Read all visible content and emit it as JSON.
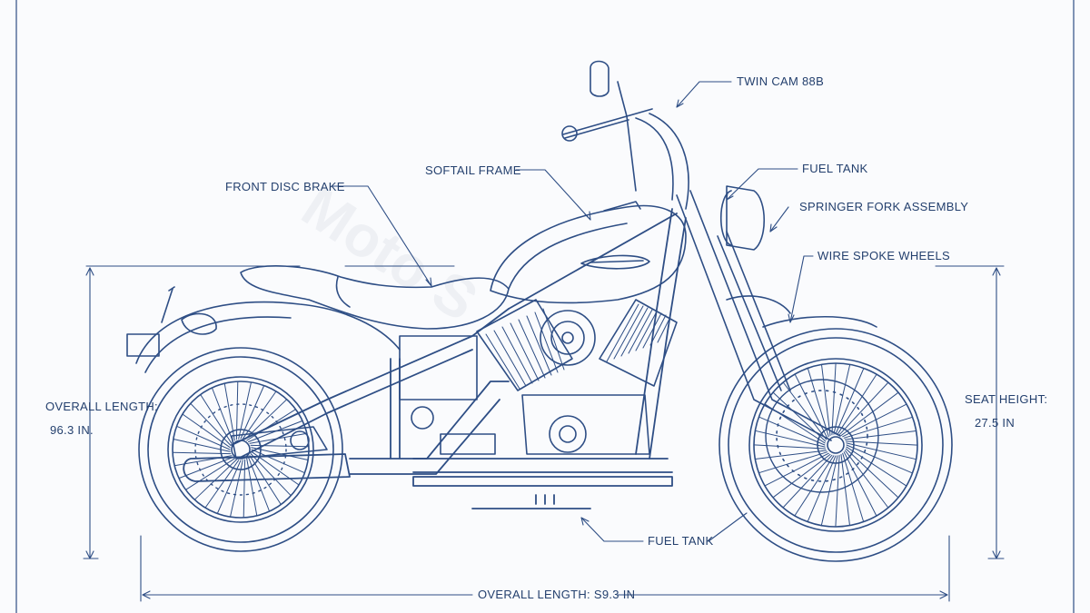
{
  "colors": {
    "background": "#fafbfd",
    "ink": "#2e4e85",
    "text": "#24406e"
  },
  "watermark": {
    "text": "Moto S"
  },
  "callouts": {
    "twin_cam": "TWIN CAM 88B",
    "front_disc_brake": "FRONT DISC BRAKE",
    "softail_frame": "SOFTAIL FRAME",
    "fuel_tank_top": "FUEL TANK",
    "springer_fork": "SPRINGER FORK ASSEMBLY",
    "wire_spoke_wheels": "WIRE SPOKE WHEELS",
    "fuel_tank_bottom": "FUEL TANK"
  },
  "dimensions": {
    "left_title": "OVERALL LENGTH:",
    "left_value": "96.3 IN.",
    "right_title": "SEAT HEIGHT:",
    "right_value": "27.5 IN",
    "bottom": "OVERALL LENGTH: S9.3 IN"
  }
}
